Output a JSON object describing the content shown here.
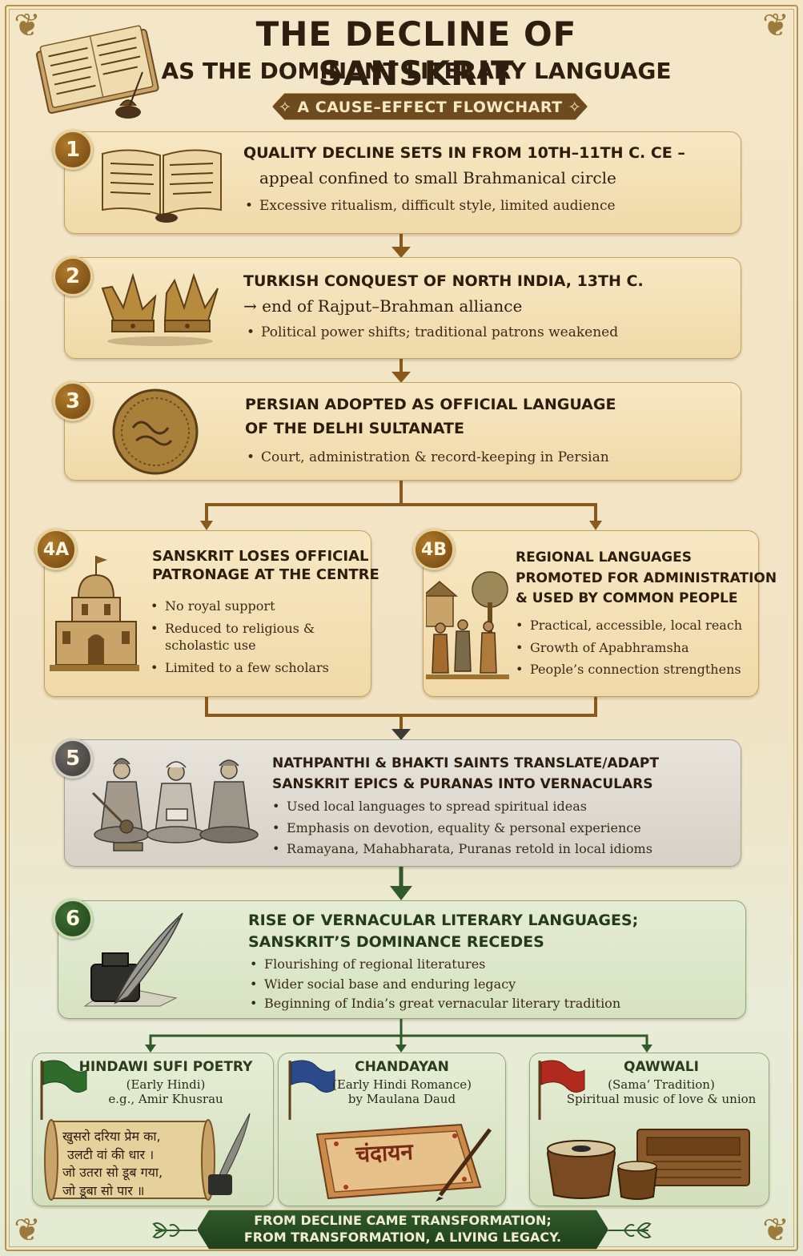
{
  "title": "THE DECLINE OF SANSKRIT",
  "subtitle": "AS THE DOMINANT LITERARY LANGUAGE",
  "banner": "✧ A CAUSE–EFFECT FLOWCHART ✧",
  "steps": {
    "s1": {
      "badge": "1",
      "head_line1": "QUALITY DECLINE SETS IN FROM 10TH–11TH C. CE –",
      "head_line2": "appeal confined to small Brahmanical circle",
      "bullets": [
        "Excessive ritualism, difficult style, limited audience"
      ]
    },
    "s2": {
      "badge": "2",
      "head_line1": "TURKISH CONQUEST OF NORTH INDIA, 13TH C.",
      "head_line2": "→ end of Rajput–Brahman alliance",
      "bullets": [
        "Political power shifts; traditional patrons weakened"
      ]
    },
    "s3": {
      "badge": "3",
      "head_line1": "PERSIAN ADOPTED AS OFFICIAL LANGUAGE",
      "head_line2": "OF THE DELHI SULTANATE",
      "bullets": [
        "Court, administration & record-keeping in Persian"
      ]
    },
    "s4a": {
      "badge": "4A",
      "head_line1": "SANSKRIT LOSES OFFICIAL",
      "head_line2": "PATRONAGE AT THE CENTRE",
      "bullets": [
        "No royal support",
        "Reduced to religious &",
        "scholastic use",
        "Limited to a few scholars"
      ]
    },
    "s4b": {
      "badge": "4B",
      "head_line1": "REGIONAL LANGUAGES",
      "head_line2": "PROMOTED FOR ADMINISTRATION",
      "head_line3": "& USED BY COMMON PEOPLE",
      "bullets": [
        "Practical, accessible, local reach",
        "Growth of Apabhramsha",
        "People’s connection strengthens"
      ]
    },
    "s5": {
      "badge": "5",
      "head_line1": "NATHPANTHI & BHAKTI SAINTS TRANSLATE/ADAPT",
      "head_line2": "SANSKRIT EPICS & PURANAS INTO VERNACULARS",
      "bullets": [
        "Used local languages to spread spiritual ideas",
        "Emphasis on devotion, equality & personal experience",
        "Ramayana, Mahabharata, Puranas retold in local idioms"
      ]
    },
    "s6": {
      "badge": "6",
      "head_line1": "RISE OF VERNACULAR LITERARY LANGUAGES;",
      "head_line2": "SANSKRIT’S DOMINANCE RECEDES",
      "bullets": [
        "Flourishing of regional literatures",
        "Wider social base and enduring legacy",
        "Beginning of India’s great vernacular literary tradition"
      ]
    }
  },
  "outcomes": [
    {
      "title": "HINDAWI SUFI POETRY",
      "line1": "(Early Hindi)",
      "line2": "e.g., Amir Khusrau",
      "verse": [
        "खुसरो दरिया प्रेम का,",
        "उलटी वां की धार ।",
        "जो उतरा सो डूब गया,",
        "जो डूबा सो पार ॥"
      ],
      "flag_color": "#2f6b2a"
    },
    {
      "title": "CHANDAYAN",
      "line1": "(Early Hindi Romance)",
      "line2": "by Maulana Daud",
      "book_title": "चंदायन",
      "flag_color": "#2b4a8a"
    },
    {
      "title": "QAWWALI",
      "line1": "(Sama‘ Tradition)",
      "line2": "Spiritual music of love & union",
      "flag_color": "#b02a1e"
    }
  ],
  "footer": {
    "line1": "FROM DECLINE CAME TRANSFORMATION;",
    "line2": "FROM TRANSFORMATION, A LIVING LEGACY."
  },
  "colors": {
    "brown_accent": "#8a5a1c",
    "green_accent": "#2f5a2a",
    "gray_accent": "#3c3a37"
  }
}
